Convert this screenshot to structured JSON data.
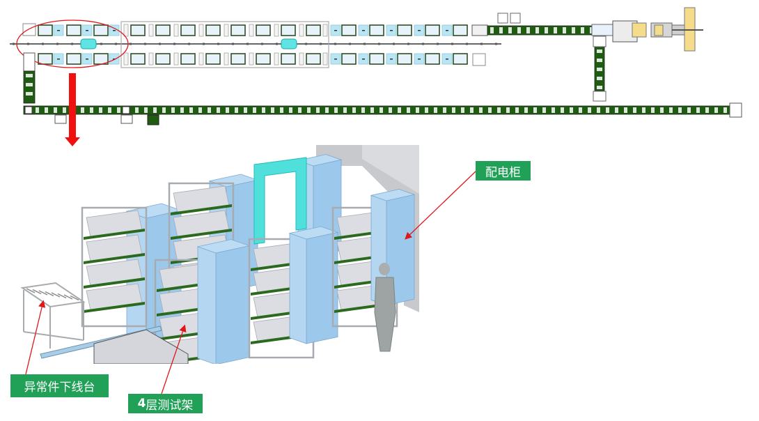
{
  "diagram": {
    "title": "Production line layout with 4-layer test rack area",
    "layout_plan": {
      "description": "Top-view conveyor layout",
      "upper_row_stations": 22,
      "lower_row_stations": 22,
      "bottom_conveyor_segments": 40,
      "highlight": "red-ellipse around test rack section",
      "colors": {
        "conveyor_green": "#1f5c12",
        "rack_blue": "#b9e6f5",
        "station_fill": "#e8f2fb",
        "cart_cyan": "#5fe3e3",
        "machine_yellow": "#f5dc8a",
        "highlight_red": "#e0161b",
        "frame_gray": "#9a9a9a"
      }
    },
    "render": {
      "description": "3D render of 4-layer test racks with power distribution cabinets",
      "rack_layers": 4,
      "colors": {
        "cabinet_blue": "#9cc8ec",
        "cabinet_top": "#bcdcf4",
        "gantry_cyan": "#4fe0dc",
        "box_gray": "#dcdde2",
        "shelf_green": "#2b6a1e",
        "frame": "#a7abb0",
        "wall": "#c7c9cc"
      }
    },
    "callouts": {
      "cabinet": "配电柜",
      "reject_station": "异常件下线台",
      "rack_prefix": "4",
      "rack_suffix": "层测试架"
    },
    "callout_color": "#21a058",
    "arrow_color": "#e0161b"
  }
}
